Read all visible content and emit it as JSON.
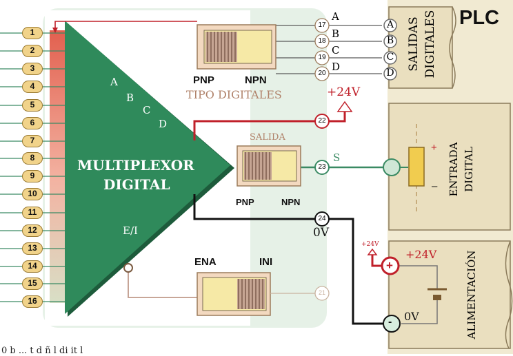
{
  "colors": {
    "triangle": "#2f8a5b",
    "panel": "#e6f1e7",
    "plc": "#eadfbf",
    "plc_border": "#8a7a5a",
    "switch_body": "#f6e9a6",
    "switch_ridge": "#a88a78",
    "pin_fill": "#f1d38a",
    "pin_edge": "#9b7b33",
    "red_wire": "#c0202a",
    "green_wire": "#3a8a63",
    "black_wire": "#111111",
    "tan_text": "#b0826a"
  },
  "mux": {
    "label_line1": "MULTIPLEXOR",
    "label_line2": "DIGITAL",
    "outputs": [
      "A",
      "B",
      "C",
      "D"
    ],
    "enable_label": "E/I",
    "inputs": [
      "1",
      "2",
      "3",
      "4",
      "5",
      "6",
      "7",
      "8",
      "9",
      "10",
      "11",
      "12",
      "13",
      "14",
      "15",
      "16"
    ]
  },
  "tipo_switch": {
    "left_label": "PNP",
    "right_label": "NPN",
    "title": "TIPO DIGITALES"
  },
  "digital_out": {
    "pins": [
      "17",
      "18",
      "19",
      "20"
    ],
    "letters": [
      "A",
      "B",
      "C",
      "D"
    ]
  },
  "salida_switch": {
    "title": "SALIDA",
    "left_label": "PNP",
    "right_label": "NPN"
  },
  "power": {
    "pin_plus": "22",
    "plus_label": "+24V",
    "pin_signal": "23",
    "signal_label": "S",
    "pin_zero": "24",
    "zero_label": "0V"
  },
  "ena_switch": {
    "left_label": "ENA",
    "right_label": "INI",
    "pin": "21"
  },
  "plc": {
    "title": "PLC",
    "salidas_line1": "SALIDAS",
    "salidas_line2": "DIGITALES",
    "entrada_line1": "ENTRADA",
    "entrada_line2": "DIGITAL",
    "plus_sign": "+",
    "minus_sign": "–",
    "alim_label": "ALIMENTACIÓN",
    "alim_plus_label": "+24V",
    "alim_zero_label": "0V",
    "small_plus_label": "+24V"
  },
  "footer": {
    "text": "0 b            ...                            t d                  ñ l di it l"
  }
}
